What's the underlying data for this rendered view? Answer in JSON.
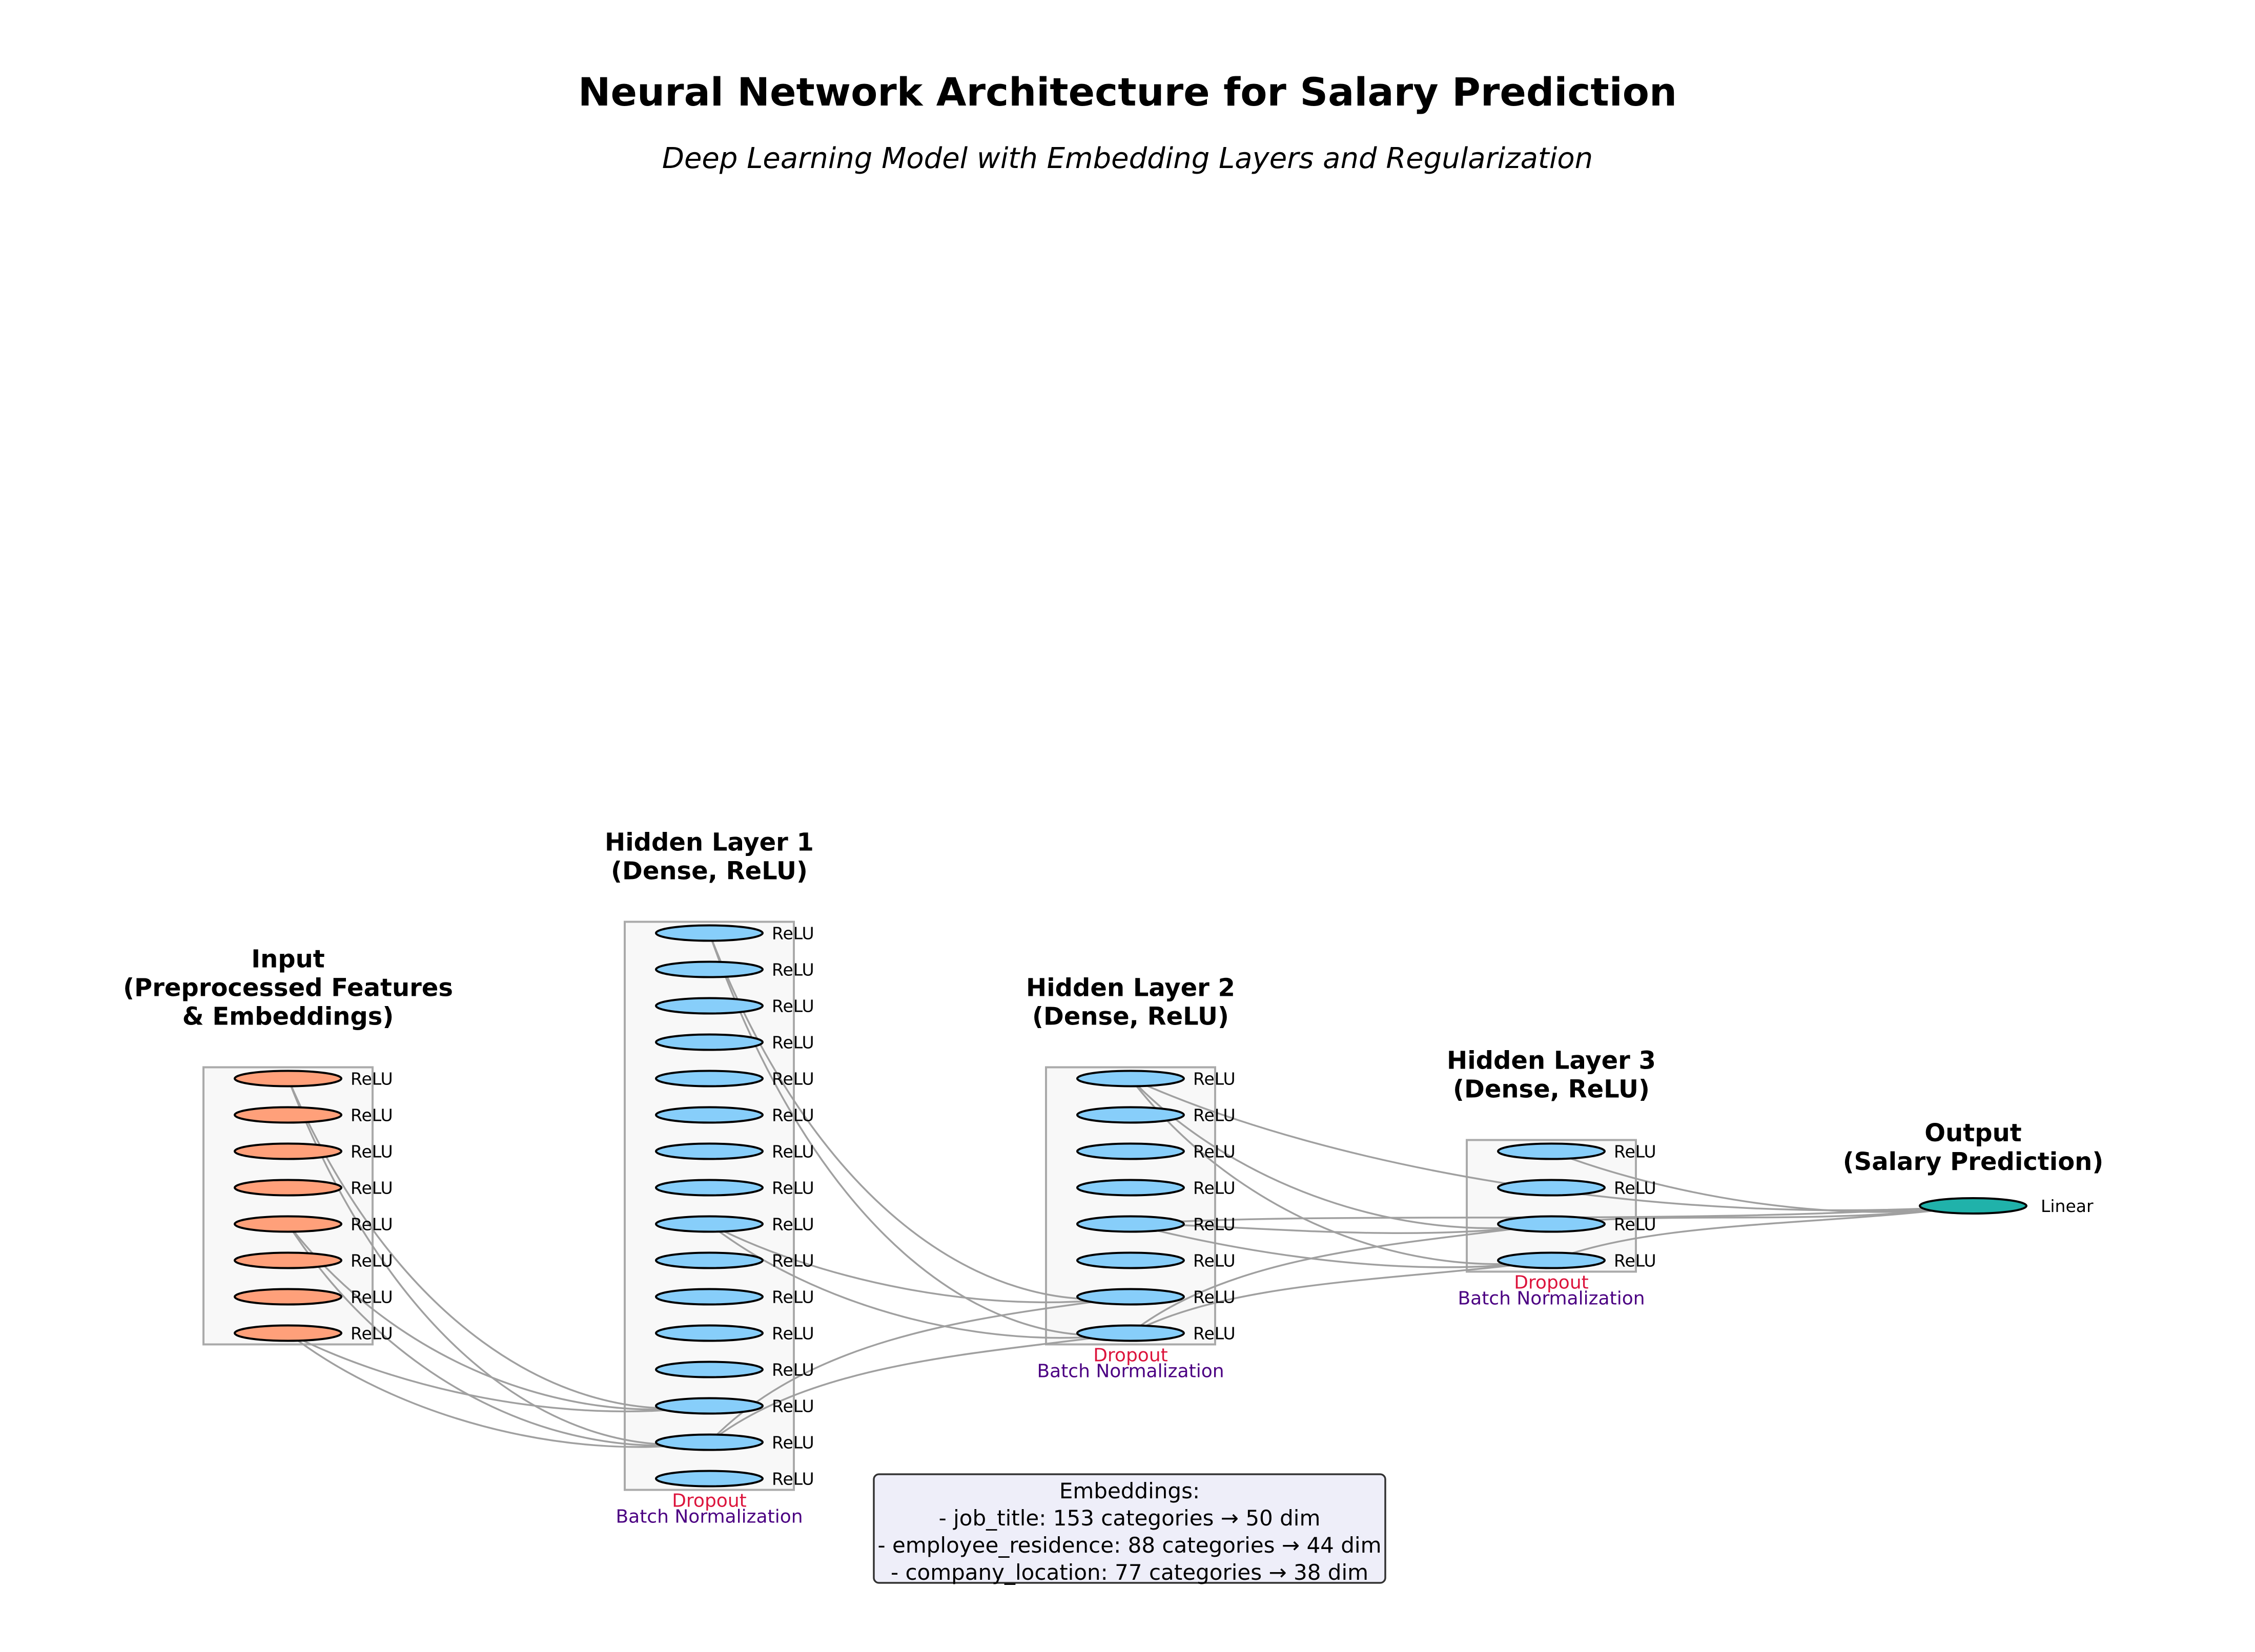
{
  "title": "Neural Network Architecture for Salary Prediction",
  "subtitle": "Deep Learning Model with Embedding Layers and Regularization",
  "colors": {
    "input_neuron": "#ffa07a",
    "hidden_neuron": "#87cefa",
    "output_neuron": "#20b2aa",
    "dropout_text": "#dc143c",
    "batchnorm_text": "#4b0082",
    "connection": "#a0a0a0",
    "embedding_box": "#eeeef9"
  },
  "layers": [
    {
      "id": "input",
      "title_lines": [
        "Input",
        "(Preprocessed Features",
        "& Embeddings)"
      ],
      "neurons": 8,
      "activation": "ReLU"
    },
    {
      "id": "hidden1",
      "title_lines": [
        "Hidden Layer 1",
        "(Dense, ReLU)"
      ],
      "neurons": 16,
      "activation": "ReLU",
      "dropout": "Dropout",
      "batch_norm": "Batch Normalization"
    },
    {
      "id": "hidden2",
      "title_lines": [
        "Hidden Layer 2",
        "(Dense, ReLU)"
      ],
      "neurons": 8,
      "activation": "ReLU",
      "dropout": "Dropout",
      "batch_norm": "Batch Normalization"
    },
    {
      "id": "hidden3",
      "title_lines": [
        "Hidden Layer 3",
        "(Dense, ReLU)"
      ],
      "neurons": 4,
      "activation": "ReLU",
      "dropout": "Dropout",
      "batch_norm": "Batch Normalization"
    },
    {
      "id": "output",
      "title_lines": [
        "Output",
        "(Salary Prediction)"
      ],
      "neurons": 1,
      "activation": "Linear"
    }
  ],
  "embeddings": {
    "heading": "Embeddings:",
    "lines": [
      "- job_title: 153 categories → 50 dim",
      "- employee_residence: 88 categories → 44 dim",
      "- company_location: 77 categories → 38 dim"
    ]
  }
}
